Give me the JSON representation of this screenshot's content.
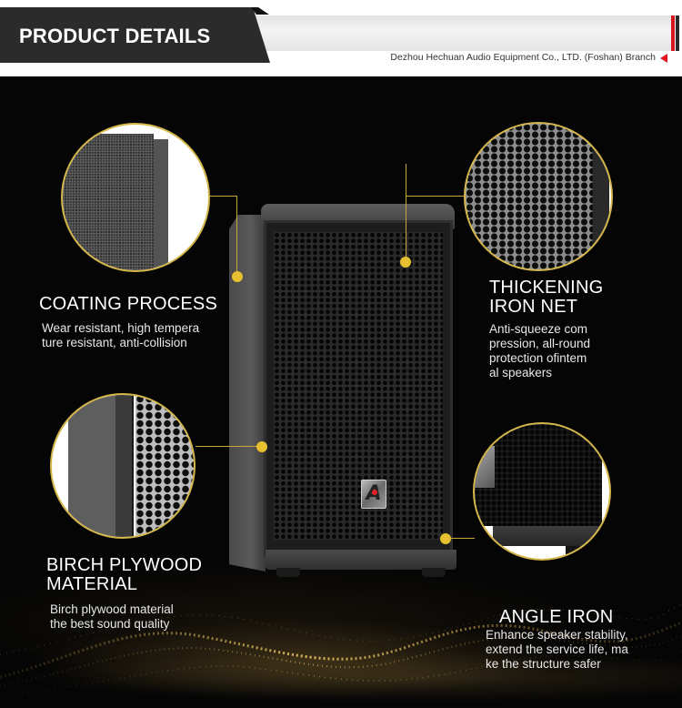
{
  "header": {
    "title": "PRODUCT DETAILS",
    "company": "Dezhou Hechuan Audio Equipment Co., LTD. (Foshan) Branch",
    "accent_red": "#d9141f",
    "title_bg": "#2b2b2b"
  },
  "product": {
    "logo_letter": "A",
    "accent_gold": "#e6c02e"
  },
  "features": [
    {
      "id": "coating-process",
      "title": "COATING PROCESS",
      "description": "Wear resistant, high tempera\nture resistant, anti-collision"
    },
    {
      "id": "thickening-iron-net",
      "title": "THICKENING\nIRON NET",
      "description": "Anti-squeeze com\npression, all-round\nprotection ofintem\nal speakers"
    },
    {
      "id": "birch-plywood-material",
      "title": "BIRCH PLYWOOD\n MATERIAL",
      "description": "Birch plywood material\nthe best sound quality"
    },
    {
      "id": "angle-iron",
      "title": "ANGLE IRON",
      "description": "Enhance speaker stability,\nextend the service life, ma\nke the structure safer"
    }
  ]
}
